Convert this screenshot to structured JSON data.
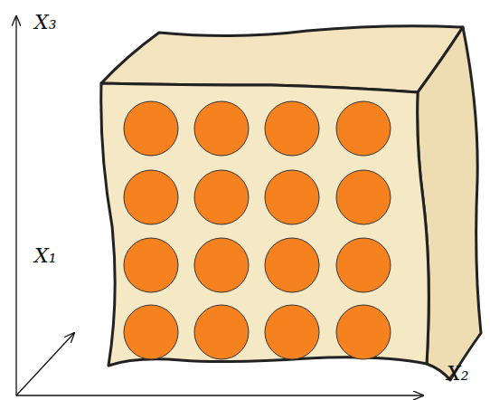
{
  "diagram": {
    "labels": [
      "X₃",
      "X₁",
      "X₂"
    ]
  }
}
